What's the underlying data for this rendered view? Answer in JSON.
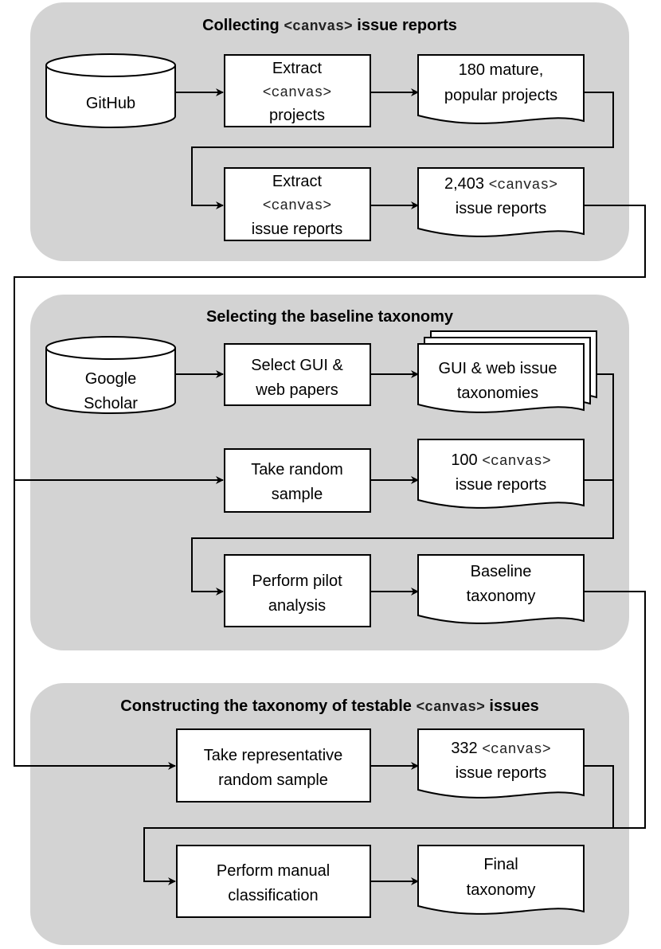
{
  "panels": {
    "collecting": {
      "title_pre": "Collecting ",
      "title_code": "<canvas>",
      "title_post": " issue reports"
    },
    "selecting": {
      "title": "Selecting the baseline taxonomy"
    },
    "constructing": {
      "title_pre": "Constructing the taxonomy of testable ",
      "title_code": "<canvas>",
      "title_post": " issues"
    }
  },
  "nodes": {
    "github": {
      "label": "GitHub"
    },
    "extract_projects": {
      "line1": "Extract",
      "code": "<canvas>",
      "line3": "projects"
    },
    "mature_projects": {
      "line1": "180 mature,",
      "line2": "popular projects"
    },
    "extract_issues": {
      "line1": "Extract",
      "code": "<canvas>",
      "line3": "issue reports"
    },
    "issues_2403": {
      "num": "2,403 ",
      "code": "<canvas>",
      "line2": "issue reports"
    },
    "scholar": {
      "line1": "Google",
      "line2": "Scholar"
    },
    "select_papers": {
      "line1": "Select GUI &",
      "line2": "web papers"
    },
    "taxonomies": {
      "line1": "GUI & web issue",
      "line2": "taxonomies"
    },
    "random_sample": {
      "line1": "Take random",
      "line2": "sample"
    },
    "issues_100": {
      "num": "100 ",
      "code": "<canvas>",
      "line2": "issue reports"
    },
    "pilot": {
      "line1": "Perform pilot",
      "line2": "analysis"
    },
    "baseline": {
      "line1": "Baseline",
      "line2": "taxonomy"
    },
    "rep_sample": {
      "line1": "Take representative",
      "line2": "random sample"
    },
    "issues_332": {
      "num": "332 ",
      "code": "<canvas>",
      "line2": "issue reports"
    },
    "manual": {
      "line1": "Perform manual",
      "line2": "classification"
    },
    "final": {
      "line1": "Final",
      "line2": "taxonomy"
    }
  }
}
